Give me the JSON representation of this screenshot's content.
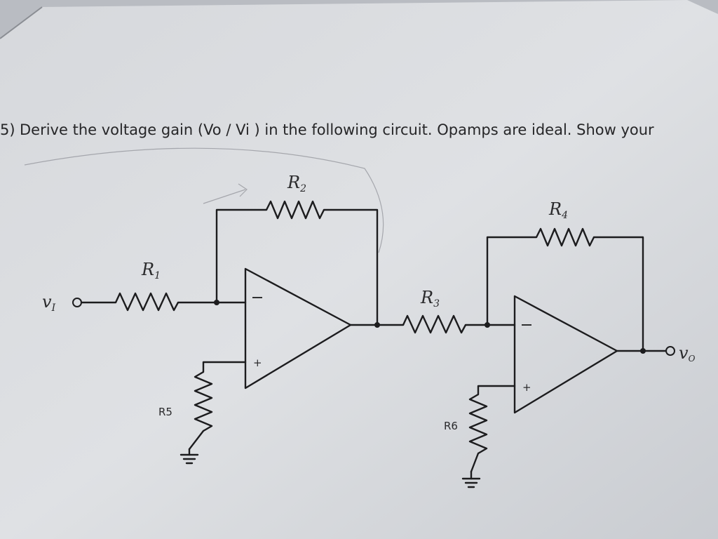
{
  "question": {
    "number": "5)",
    "text": "Derive the voltage gain (Vo / Vi ) in the following circuit. Opamps are ideal. Show your"
  },
  "circuit": {
    "input_label": "v",
    "input_sub": "I",
    "output_label": "v",
    "output_sub": "O",
    "r1": "R",
    "r1_sub": "1",
    "r2": "R",
    "r2_sub": "2",
    "r3": "R",
    "r3_sub": "3",
    "r4": "R",
    "r4_sub": "4",
    "r5": "R5",
    "r6": "R6",
    "minus": "−",
    "plus": "+"
  }
}
